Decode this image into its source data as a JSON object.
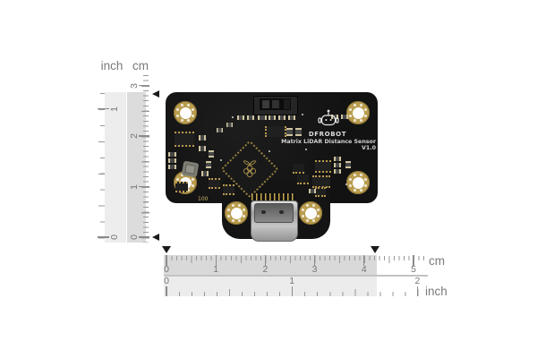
{
  "colors": {
    "background": "#ffffff",
    "ruler_shade_dark": "#dcdcdc",
    "ruler_shade_light": "#ededed",
    "ruler_text": "#767676",
    "tick": "#8b8b8b",
    "marker_black": "#1a1a1a",
    "board_black": "#141414",
    "pad_gold": "#b99d4e",
    "usb_silver": "#c6c6c6",
    "silkscreen_white": "#d2d2d2"
  },
  "left_ruler": {
    "inch_label": "inch",
    "cm_label": "cm",
    "cm_numbers": [
      "0",
      "1",
      "2",
      "3"
    ],
    "inch_numbers": [
      "0",
      "1"
    ]
  },
  "bottom_ruler": {
    "cm_label": "cm",
    "inch_label": "inch",
    "cm_numbers": [
      "0",
      "1",
      "2",
      "3",
      "4",
      "5"
    ],
    "inch_numbers": [
      "0",
      "1",
      "2"
    ]
  },
  "board": {
    "brand_text": "DFROBOT",
    "product_text": "Matrix LiDAR Distance Sensor V1.0",
    "marking_text": "100"
  }
}
